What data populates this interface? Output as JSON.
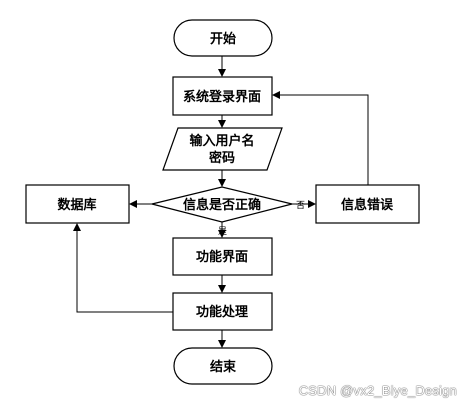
{
  "nodes": {
    "start": "开始",
    "login": "系统登录界面",
    "input_line1": "输入用户名",
    "input_line2": "密码",
    "decision": "信息是否正确",
    "database": "数据库",
    "error": "信息错误",
    "function_ui": "功能界面",
    "function_proc": "功能处理",
    "end": "结束"
  },
  "edges": {
    "no_label": "否",
    "yes_label": "是"
  },
  "watermark": "CSDN @vx2_Biye_Design"
}
